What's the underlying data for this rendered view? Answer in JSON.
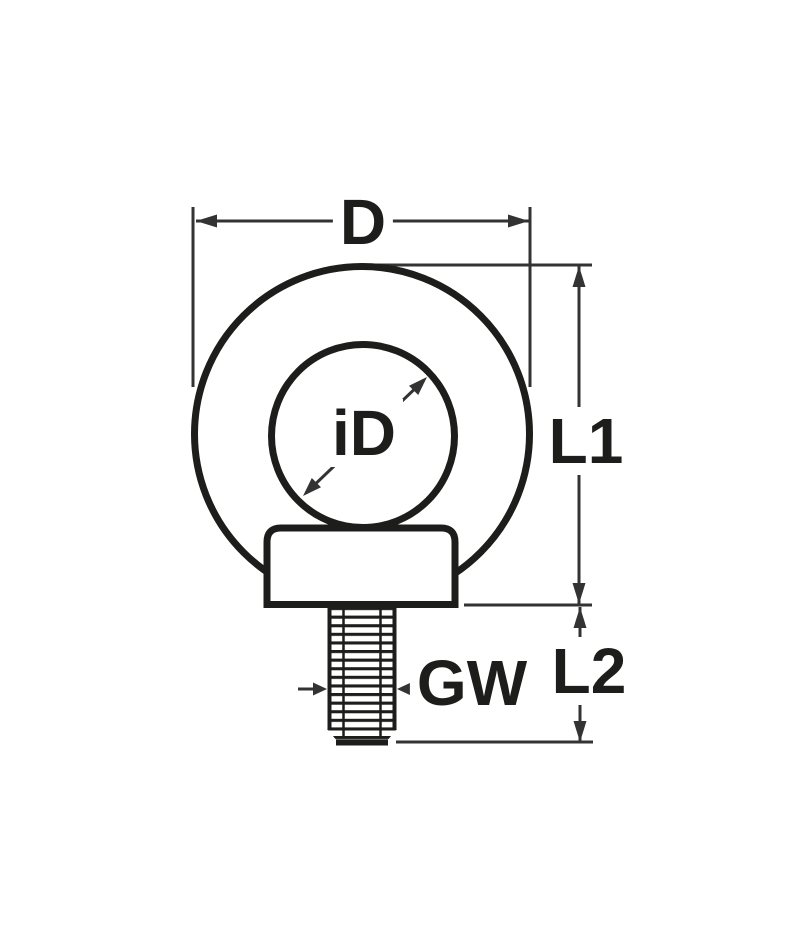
{
  "diagram": {
    "type": "technical-drawing",
    "subject": "lifting eye bolt with threaded shank",
    "labels": {
      "outer_diameter": "D",
      "inner_diameter": "iD",
      "ring_height": "L1",
      "thread_length": "L2",
      "thread_size": "GW"
    },
    "colors": {
      "outline": "#1d1d1b",
      "dimension": "#333333",
      "background": "#ffffff"
    }
  }
}
